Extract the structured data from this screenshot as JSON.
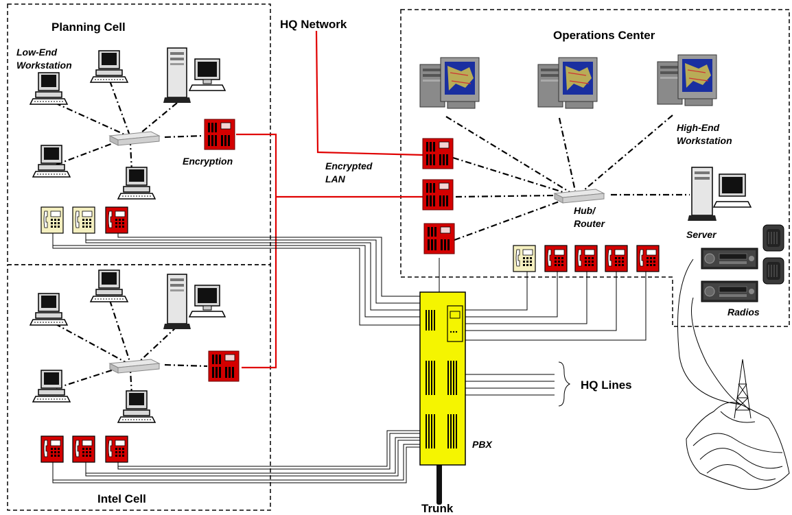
{
  "regions": {
    "planning": "Planning Cell",
    "intel": "Intel Cell",
    "operations": "Operations Center"
  },
  "labels": {
    "hq_network": "HQ Network",
    "low_end_1": "Low-End",
    "low_end_2": "Workstation",
    "encryption": "Encryption",
    "encrypted_1": "Encrypted",
    "encrypted_2": "LAN",
    "high_end_1": "High-End",
    "high_end_2": "Workstation",
    "hub_1": "Hub/",
    "hub_2": "Router",
    "server": "Server",
    "radios": "Radios",
    "hq_lines": "HQ Lines",
    "pbx": "PBX",
    "trunk": "Trunk"
  },
  "colors": {
    "secure_red": "#d40000",
    "pbx_yellow": "#f5f500",
    "phone_cream": "#f5f0c0",
    "red_line": "#e00000"
  },
  "icons": [
    "workstation-icon",
    "tower-pc-icon",
    "hub-icon",
    "encryption-device-icon",
    "secure-phone-icon",
    "phone-icon",
    "radio-icon",
    "antenna-tower-icon",
    "pbx-icon",
    "monitor-icon"
  ]
}
